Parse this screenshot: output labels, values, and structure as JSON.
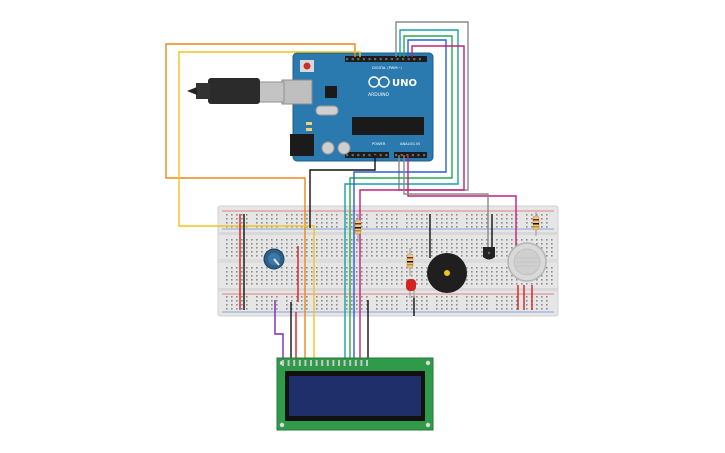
{
  "canvas": {
    "background": "#ffffff"
  },
  "arduino": {
    "board_label": "UNO",
    "brand_label": "ARDUINO",
    "digital_header_label": "DIGITAL (PWM~)",
    "power_header_label": "POWER",
    "analog_header_label": "ANALOG IN",
    "board_color": "#2a7ab0",
    "icon": "arduino-uno-board"
  },
  "usb_cable": {
    "icon": "usb-b-plug"
  },
  "breadboard": {
    "color": "#e8e8e8",
    "icon": "breadboard"
  },
  "components": {
    "potentiometer": {
      "icon": "potentiometer-knob",
      "color": "#2c5f8a"
    },
    "led": {
      "icon": "red-led",
      "color": "#d42222"
    },
    "buzzer": {
      "icon": "piezo-buzzer",
      "color": "#1f1f1f"
    },
    "temperature_sensor": {
      "icon": "tmp-sensor",
      "color": "#222222"
    },
    "gas_sensor": {
      "icon": "gas-sensor",
      "color": "#d9d9d9"
    },
    "resistors": {
      "icon": "resistor",
      "count": 3
    }
  },
  "lcd": {
    "icon": "lcd-16x2",
    "pcb_color": "#2f9a4a",
    "screen_color": "#1f2f6a"
  },
  "wires": {
    "colors": {
      "orange": "#e8891a",
      "yellow": "#f0c419",
      "gray": "#8a8a8a",
      "teal": "#1aa0a8",
      "green": "#2aa84a",
      "blue": "#2a5fd8",
      "magenta": "#c0207a",
      "purple": "#7a2ab0",
      "red": "#d62020",
      "black": "#111111"
    }
  }
}
